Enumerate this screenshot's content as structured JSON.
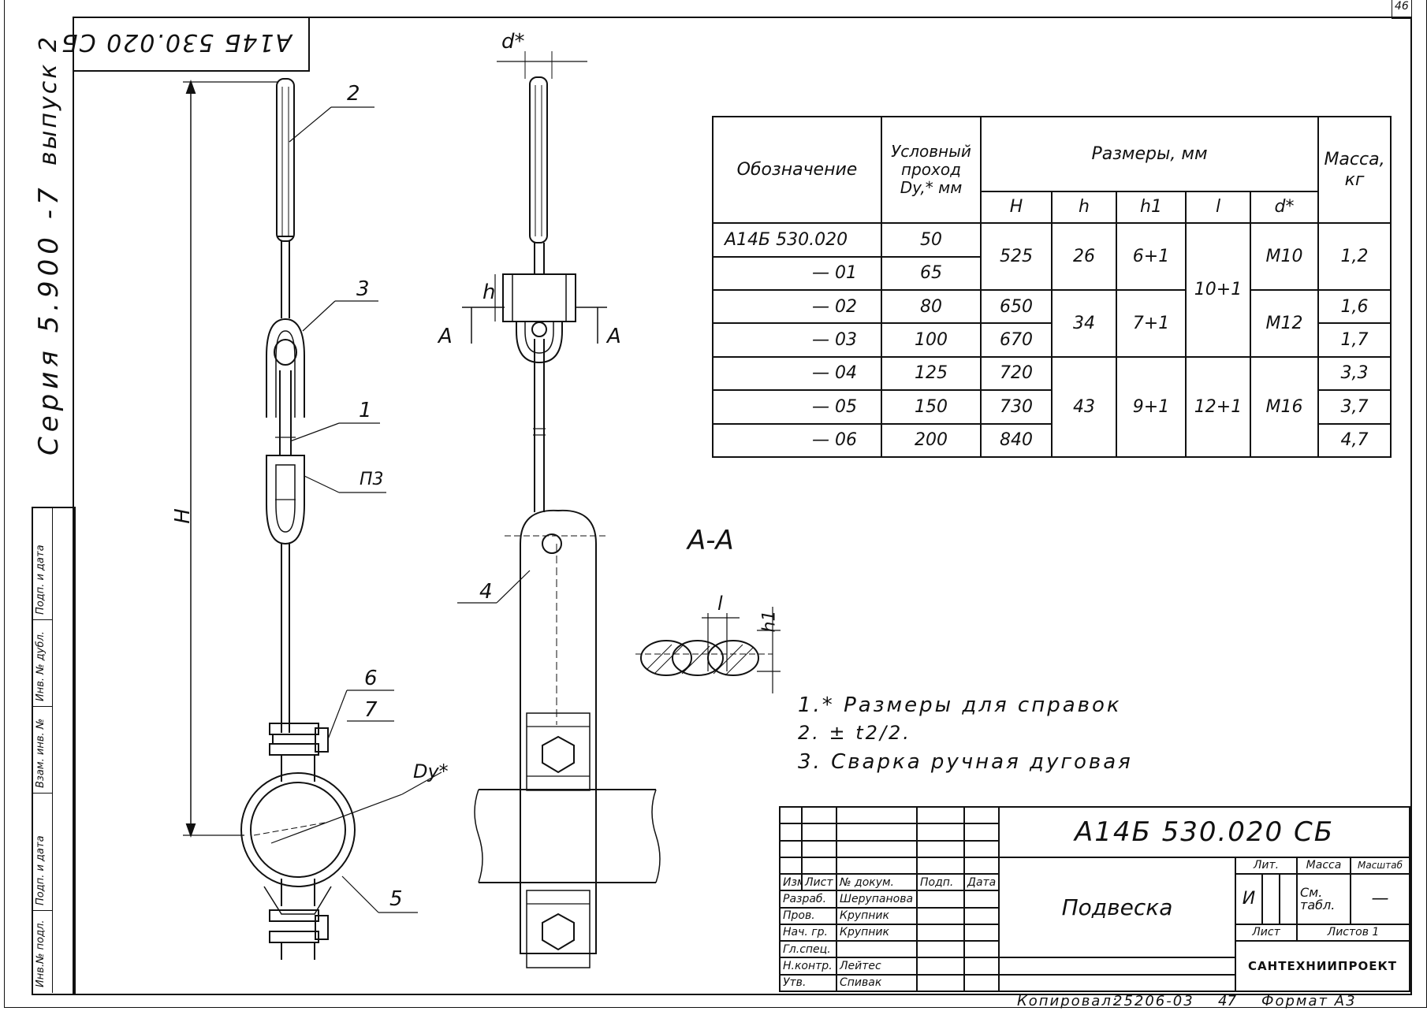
{
  "sheet": {
    "page_number": "46",
    "code_stamp_inverted": "А14Б 530.020 СБ",
    "series_line": "Серия 5.900 -7",
    "issue_line": "выпуск 2",
    "side_stamp": [
      "Инв.№ подл.",
      "Подп. и дата",
      "Взам. инв. №",
      "Инв. № дубл.",
      "Подп. и дата"
    ]
  },
  "drawing_labels": {
    "d_star": "d*",
    "h": "h",
    "H": "H",
    "section_A_left": "A",
    "section_A_right": "A",
    "dy_star": "Dy*",
    "section_title": "A-A",
    "l": "l",
    "h1": "h1",
    "pos_1": "1",
    "pos_2": "2",
    "pos_3": "3",
    "pos_4": "4",
    "pos_5": "5",
    "pos_6": "6",
    "pos_7": "7",
    "pos_P3": "П3"
  },
  "spec_table": {
    "header": {
      "designation": "Обозначение",
      "nominal_bore": "Условный проход Dy,* мм",
      "dimensions": "Размеры, мм",
      "mass": "Масса, кг",
      "H": "H",
      "h": "h",
      "h1": "h1",
      "l": "l",
      "d": "d*"
    },
    "rows": [
      {
        "designation": "А14Б 530.020",
        "dy": "50",
        "mass": "1,2"
      },
      {
        "designation": "— 01",
        "dy": "65",
        "mass": ""
      },
      {
        "designation": "— 02",
        "dy": "80",
        "mass": "1,6"
      },
      {
        "designation": "— 03",
        "dy": "100",
        "mass": "1,7"
      },
      {
        "designation": "— 04",
        "dy": "125",
        "mass": "3,3"
      },
      {
        "designation": "— 05",
        "dy": "150",
        "mass": "3,7"
      },
      {
        "designation": "— 06",
        "dy": "200",
        "mass": "4,7"
      }
    ],
    "merged": {
      "H_525": "525",
      "H_650": "650",
      "H_670": "670",
      "H_720": "720",
      "H_730": "730",
      "H_840": "840",
      "h_26": "26",
      "h_34": "34",
      "h_43": "43",
      "h1_6": "6+1",
      "h1_7": "7+1",
      "h1_9": "9+1",
      "l_10": "10+1",
      "l_12": "12+1",
      "d_M10": "M10",
      "d_M12": "M12",
      "d_M16": "M16"
    }
  },
  "notes": [
    "1.* Размеры для справок",
    "2. ± t2/2.",
    "3. Сварка ручная дуговая"
  ],
  "title_block": {
    "doc_code": "А14Б 530.020 СБ",
    "name": "Подвеска",
    "col_headers": [
      "Изм.",
      "Лист",
      "№ докум.",
      "Подп.",
      "Дата"
    ],
    "roles": [
      "Разраб.",
      "Пров.",
      "Нач. гр.",
      "Гл.спец.",
      "Н.контр.",
      "Утв."
    ],
    "names": [
      "Шерупанова",
      "Крупник",
      "Крупник",
      "",
      "Лейтес",
      "Спивак"
    ],
    "lit_label": "Лит.",
    "lit_value": "И",
    "mass_label": "Масса",
    "mass_value": "См. табл.",
    "scale_label": "Масштаб",
    "scale_value": "—",
    "sheet_label": "Лист",
    "sheets_label": "Листов 1",
    "org": "САНТЕХНИИПРОЕКТ"
  },
  "footer": {
    "copied": "Копировал:",
    "order": "25206-03",
    "num": "47",
    "format": "Формат А3"
  }
}
